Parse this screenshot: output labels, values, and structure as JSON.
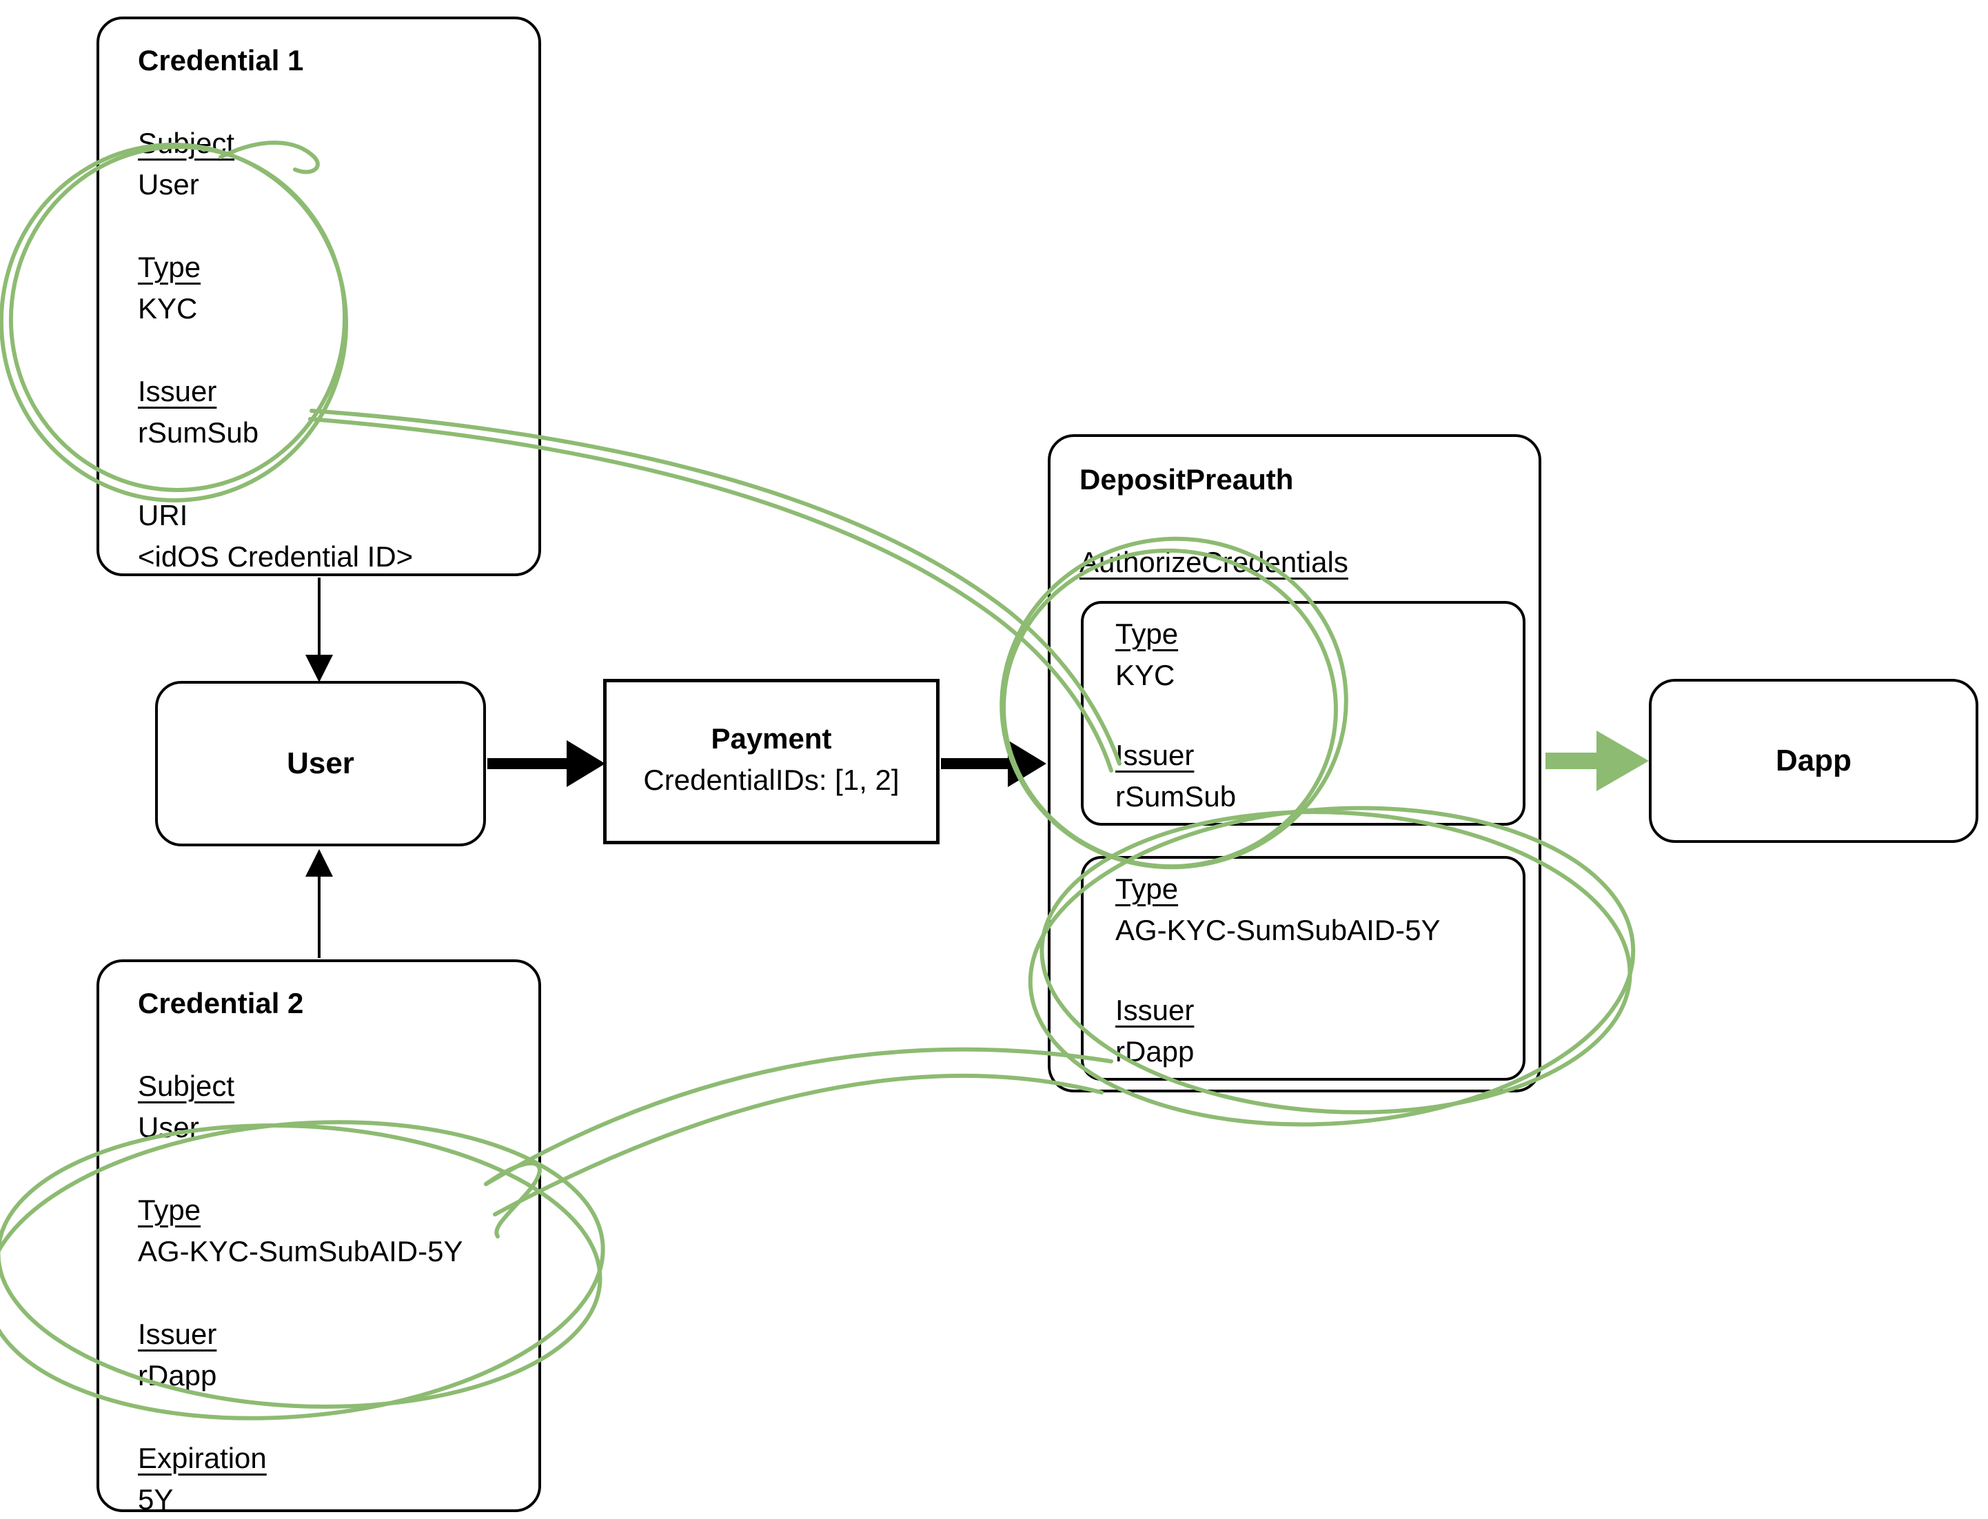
{
  "colors": {
    "annotation_green": "#8dbb72",
    "outline_black": "#000000",
    "background": "#ffffff"
  },
  "credential1": {
    "title": "Credential 1",
    "fields": [
      {
        "label": "Subject",
        "value": "User"
      },
      {
        "label": "Type",
        "value": "KYC"
      },
      {
        "label": "Issuer",
        "value": "rSumSub"
      },
      {
        "label": "URI",
        "value": "<idOS Credential ID>"
      }
    ]
  },
  "credential2": {
    "title": "Credential 2",
    "fields": [
      {
        "label": "Subject",
        "value": "User"
      },
      {
        "label": "Type",
        "value": "AG-KYC-SumSubAID-5Y"
      },
      {
        "label": "Issuer",
        "value": "rDapp"
      },
      {
        "label": "Expiration",
        "value": "5Y"
      }
    ]
  },
  "user_node": {
    "label": "User"
  },
  "payment_node": {
    "title": "Payment",
    "detail": "CredentialIDs: [1, 2]"
  },
  "deposit_preauth": {
    "title": "DepositPreauth",
    "section": "AuthorizeCredentials",
    "entries": [
      {
        "fields": [
          {
            "label": "Type",
            "value": "KYC"
          },
          {
            "label": "Issuer",
            "value": "rSumSub"
          }
        ]
      },
      {
        "fields": [
          {
            "label": "Type",
            "value": "AG-KYC-SumSubAID-5Y"
          },
          {
            "label": "Issuer",
            "value": "rDapp"
          }
        ]
      }
    ]
  },
  "dapp_node": {
    "label": "Dapp"
  }
}
